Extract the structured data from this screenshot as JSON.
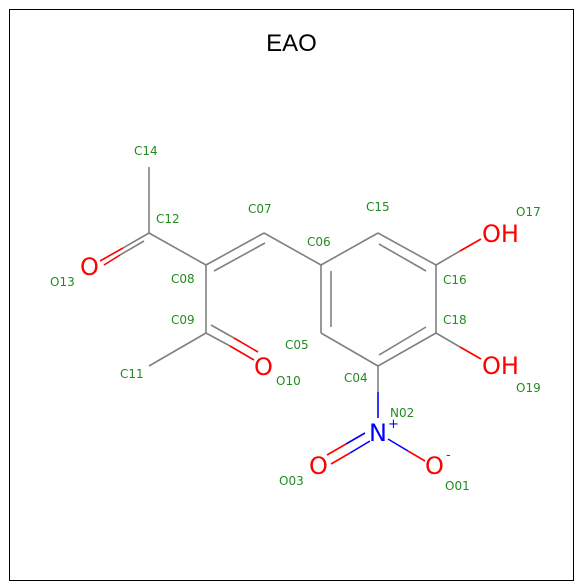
{
  "title": "EAO",
  "colors": {
    "bond": "#808080",
    "oxygen": "#ff0000",
    "nitrogen": "#0000ff",
    "label": "#228b22"
  },
  "atom_labels": {
    "c14": "C14",
    "c12": "C12",
    "c07": "C07",
    "c15": "C15",
    "o17": "O17",
    "c06": "C06",
    "o13": "O13",
    "c08": "C08",
    "c16": "C16",
    "c09": "C09",
    "c18": "C18",
    "c05": "C05",
    "c11": "C11",
    "o10": "O10",
    "c04": "C04",
    "o19": "O19",
    "n02": "N02",
    "o03": "O03",
    "o01": "O01"
  },
  "symbols": {
    "o13": "O",
    "o10": "O",
    "oh17": "OH",
    "oh19": "OH",
    "n02": "N",
    "n02_charge": "+",
    "o03": "O",
    "o01": "O",
    "o01_charge": "-"
  }
}
